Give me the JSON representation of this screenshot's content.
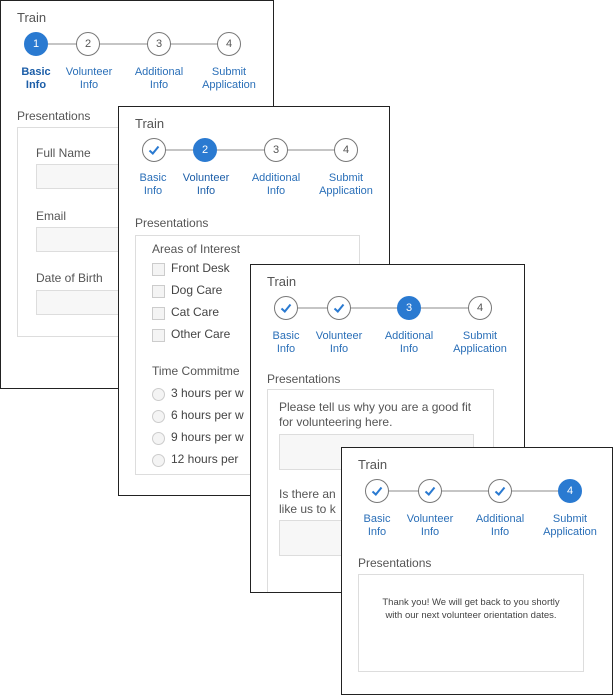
{
  "colors": {
    "accent": "#2a7ad1",
    "link": "#2a6fb8"
  },
  "train_title": "Train",
  "steps": {
    "s1_num": "1",
    "s2_num": "2",
    "s3_num": "3",
    "s4_num": "4",
    "s1_label_a": "Basic",
    "s1_label_b": "Info",
    "s2_label_a": "Volunteer",
    "s2_label_b": "Info",
    "s3_label_a": "Additional",
    "s3_label_b": "Info",
    "s4_label_a": "Submit",
    "s4_label_b": "Application"
  },
  "section_title": "Presentations",
  "card1": {
    "full_name_label": "Full Name",
    "email_label": "Email",
    "dob_label": "Date of Birth"
  },
  "card2": {
    "areas_title": "Areas of Interest",
    "areas": [
      "Front Desk",
      "Dog Care",
      "Cat Care",
      "Other Care"
    ],
    "time_title": "Time Commitme",
    "times": [
      "3 hours per w",
      "6 hours per w",
      "9 hours per w",
      "12 hours per"
    ]
  },
  "card3": {
    "q1_line1": "Please tell us why you are a good fit",
    "q1_line2": "for volunteering here.",
    "q2_line1": "Is there an",
    "q2_line2": "like us to k"
  },
  "card4": {
    "thanks_line1": "Thank you! We will get back to you shortly",
    "thanks_line2": "with our next volunteer orientation dates."
  }
}
